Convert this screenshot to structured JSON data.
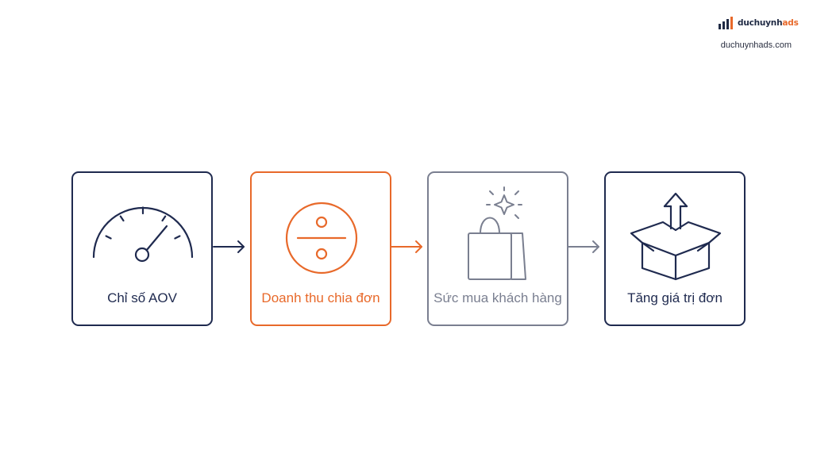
{
  "brand": {
    "name_main": "duchuynh",
    "name_accent": "ads",
    "url": "duchuynhads.com"
  },
  "colors": {
    "navy": "#1f2a4f",
    "orange": "#e8692a",
    "gray": "#7a7f90",
    "brand_orange": "#e8692a"
  },
  "steps": [
    {
      "label": "Chỉ số AOV",
      "icon": "speedometer-icon",
      "color": "#1f2a4f"
    },
    {
      "label": "Doanh thu chia đơn",
      "icon": "division-icon",
      "color": "#e8692a"
    },
    {
      "label": "Sức mua khách hàng",
      "icon": "shopping-bag-icon",
      "color": "#7a7f90"
    },
    {
      "label": "Tăng giá trị đơn",
      "icon": "box-upload-icon",
      "color": "#1f2a4f"
    }
  ],
  "arrows": [
    {
      "icon": "arrow-right-icon",
      "color": "#1f2a4f"
    },
    {
      "icon": "arrow-right-icon",
      "color": "#e8692a"
    },
    {
      "icon": "arrow-right-icon",
      "color": "#7a7f90"
    }
  ]
}
